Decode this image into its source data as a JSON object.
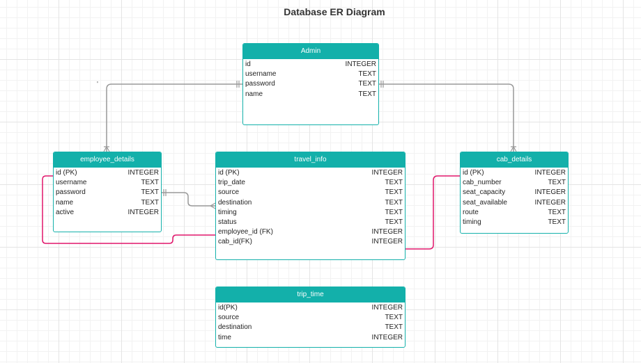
{
  "title": "Database ER Diagram",
  "stray_mark": "'",
  "colors": {
    "entity_header": "#13b0aa",
    "relation_gray": "#999999",
    "relation_pink": "#e0156a"
  },
  "entities": [
    {
      "name": "Admin",
      "fields": [
        {
          "name": "id",
          "type": "INTEGER"
        },
        {
          "name": "username",
          "type": "TEXT"
        },
        {
          "name": "password",
          "type": "TEXT"
        },
        {
          "name": "name",
          "type": "TEXT"
        }
      ]
    },
    {
      "name": "employee_details",
      "fields": [
        {
          "name": "id (PK)",
          "type": "INTEGER"
        },
        {
          "name": "username",
          "type": "TEXT"
        },
        {
          "name": "password",
          "type": "TEXT"
        },
        {
          "name": "name",
          "type": "TEXT"
        },
        {
          "name": "active",
          "type": "INTEGER"
        }
      ]
    },
    {
      "name": "travel_info",
      "fields": [
        {
          "name": "id (PK)",
          "type": "INTEGER"
        },
        {
          "name": "trip_date",
          "type": "TEXT"
        },
        {
          "name": "source",
          "type": "TEXT"
        },
        {
          "name": "destination",
          "type": "TEXT"
        },
        {
          "name": "timing",
          "type": "TEXT"
        },
        {
          "name": "status",
          "type": "TEXT"
        },
        {
          "name": "employee_id (FK)",
          "type": "INTEGER"
        },
        {
          "name": "cab_id(FK)",
          "type": "INTEGER"
        }
      ]
    },
    {
      "name": "cab_details",
      "fields": [
        {
          "name": "id (PK)",
          "type": "INTEGER"
        },
        {
          "name": "cab_number",
          "type": "TEXT"
        },
        {
          "name": "seat_capacity",
          "type": "INTEGER"
        },
        {
          "name": "seat_available",
          "type": "INTEGER"
        },
        {
          "name": "route",
          "type": "TEXT"
        },
        {
          "name": "timing",
          "type": "TEXT"
        }
      ]
    },
    {
      "name": "trip_time",
      "fields": [
        {
          "name": "id(PK)",
          "type": "INTEGER"
        },
        {
          "name": "source",
          "type": "TEXT"
        },
        {
          "name": "destination",
          "type": "TEXT"
        },
        {
          "name": "time",
          "type": "INTEGER"
        }
      ]
    }
  ]
}
